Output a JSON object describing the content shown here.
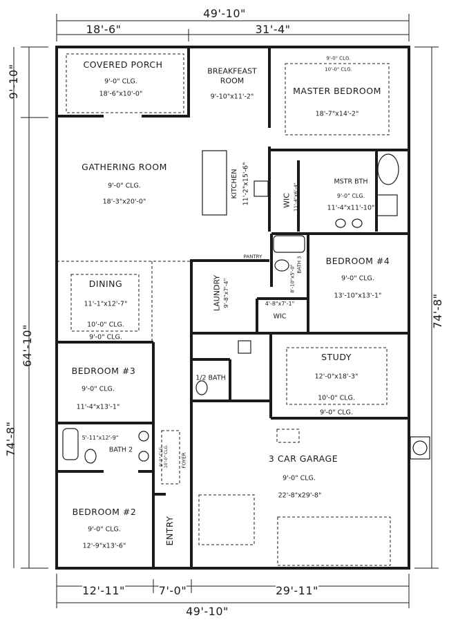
{
  "dimensions": {
    "top_total": "49'-10\"",
    "top_left": "18'-6\"",
    "top_right": "31'-4\"",
    "left_upper": "9'-10\"",
    "left_total": "74'-8\"",
    "left_main": "64'-10\"",
    "right_total": "74'-8\"",
    "bottom_left": "12'-11\"",
    "bottom_mid": "7'-0\"",
    "bottom_right": "29'-11\"",
    "bottom_total": "49'-10\""
  },
  "rooms": {
    "covered_porch": {
      "name": "COVERED PORCH",
      "ceiling": "9'-0\" CLG.",
      "size": "18'-6\"x10'-0\""
    },
    "breakfast": {
      "name_line1": "BREAKFEAST",
      "name_line2": "ROOM",
      "size": "9'-10\"x11'-2\""
    },
    "master_bedroom": {
      "name": "MASTER BEDROOM",
      "ceiling1": "9'-0\" CLG.",
      "ceiling2": "10'-0\" CLG.",
      "size": "18'-7\"x14'-2\""
    },
    "gathering_room": {
      "name": "GATHERING ROOM",
      "ceiling": "9'-0\" CLG.",
      "size": "18'-3\"x20'-0\""
    },
    "kitchen": {
      "name": "KITCHEN",
      "size": "11'-2\"x15'-6\""
    },
    "master_wic": {
      "name": "WIC",
      "size": "11'-4\"x6'-4\""
    },
    "master_bath": {
      "name": "MSTR BTH",
      "ceiling": "9'-0\" CLG.",
      "size": "11'-4\"x11'-10\""
    },
    "pantry": {
      "name": "PANTRY"
    },
    "dining": {
      "name": "DINING",
      "size": "11'-1\"x12'-7\"",
      "ceiling1": "10'-0\" CLG.",
      "ceiling2": "9'-0\" CLG."
    },
    "laundry": {
      "name": "LAUNDRY",
      "size": "9'-8\"x7'-4\""
    },
    "bath3": {
      "name": "BATH 3",
      "size": "8'-10\"x5'-0\""
    },
    "wic": {
      "name": "WIC",
      "size": "4'-8\"x7'-1\""
    },
    "bedroom4": {
      "name": "BEDROOM #4",
      "ceiling": "9'-0\" CLG.",
      "size": "13'-10\"x13'-1\""
    },
    "half_bath": {
      "name": "1/2 BATH"
    },
    "study": {
      "name": "STUDY",
      "size": "12'-0\"x18'-3\"",
      "ceiling1": "10'-0\" CLG.",
      "ceiling2": "9'-0\" CLG."
    },
    "bedroom3": {
      "name": "BEDROOM #3",
      "ceiling": "9'-0\" CLG.",
      "size": "11'-4\"x13'-1\""
    },
    "bath2": {
      "name": "BATH 2",
      "size": "5'-11\"x12'-9\""
    },
    "foyer": {
      "name": "FOYER",
      "ceiling1": "9'-0\" CLG.",
      "ceiling2": "10'-0\" CLG."
    },
    "garage": {
      "name": "3 CAR GARAGE",
      "ceiling": "9'-0\" CLG.",
      "size": "22'-8\"x29'-8\""
    },
    "bedroom2": {
      "name": "BEDROOM #2",
      "ceiling": "9'-0\" CLG.",
      "size": "12'-9\"x13'-6\""
    },
    "entry": {
      "name": "ENTRY"
    }
  },
  "colors": {
    "wall": "#1a1a1a",
    "background": "#ffffff"
  }
}
